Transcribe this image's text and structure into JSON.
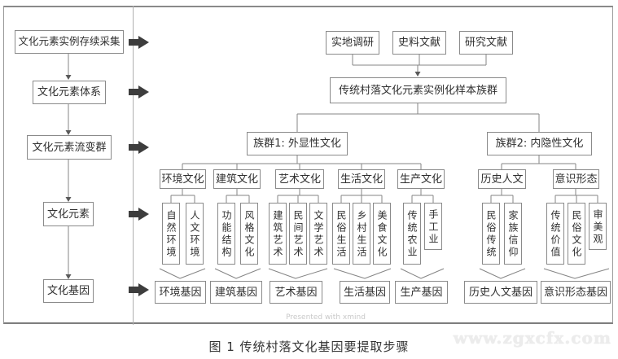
{
  "pipeline": {
    "steps": [
      "文化元素实例存续采集",
      "文化元素体系",
      "文化元素流变群",
      "文化元素",
      "文化基因"
    ]
  },
  "sources": [
    "实地调研",
    "史料文献",
    "研究文献"
  ],
  "sample_population": "传统村落文化元素实例化样本族群",
  "clusters": [
    "族群1: 外显性文化",
    "族群2: 内隐性文化"
  ],
  "categories": [
    "环境文化",
    "建筑文化",
    "艺术文化",
    "生活文化",
    "生产文化",
    "历史人文",
    "意识形态"
  ],
  "elements": [
    "自然环境",
    "人文环境",
    "功能结构",
    "风格文化",
    "建筑艺术",
    "民间艺术",
    "文学艺术",
    "民俗生活",
    "乡村生活",
    "美食文化",
    "传统农业",
    "手工业",
    "民俗传统",
    "家族信仰",
    "传统价值",
    "民俗文化",
    "审美观"
  ],
  "genes": [
    "环境基因",
    "建筑基因",
    "艺术基因",
    "生活基因",
    "生产基因",
    "历史人文基因",
    "意识形态基因"
  ],
  "caption": "图 1 传统村落文化基因要提取步骤",
  "watermark_tool": "Presented with xmind",
  "watermark_site": "www.zgxcfx.com",
  "colors": {
    "box_border": "#8a8a8a",
    "line": "#858585",
    "text": "#2f2f2f",
    "block_arrow": "#3d3d3d",
    "watermark": "#ececec"
  }
}
